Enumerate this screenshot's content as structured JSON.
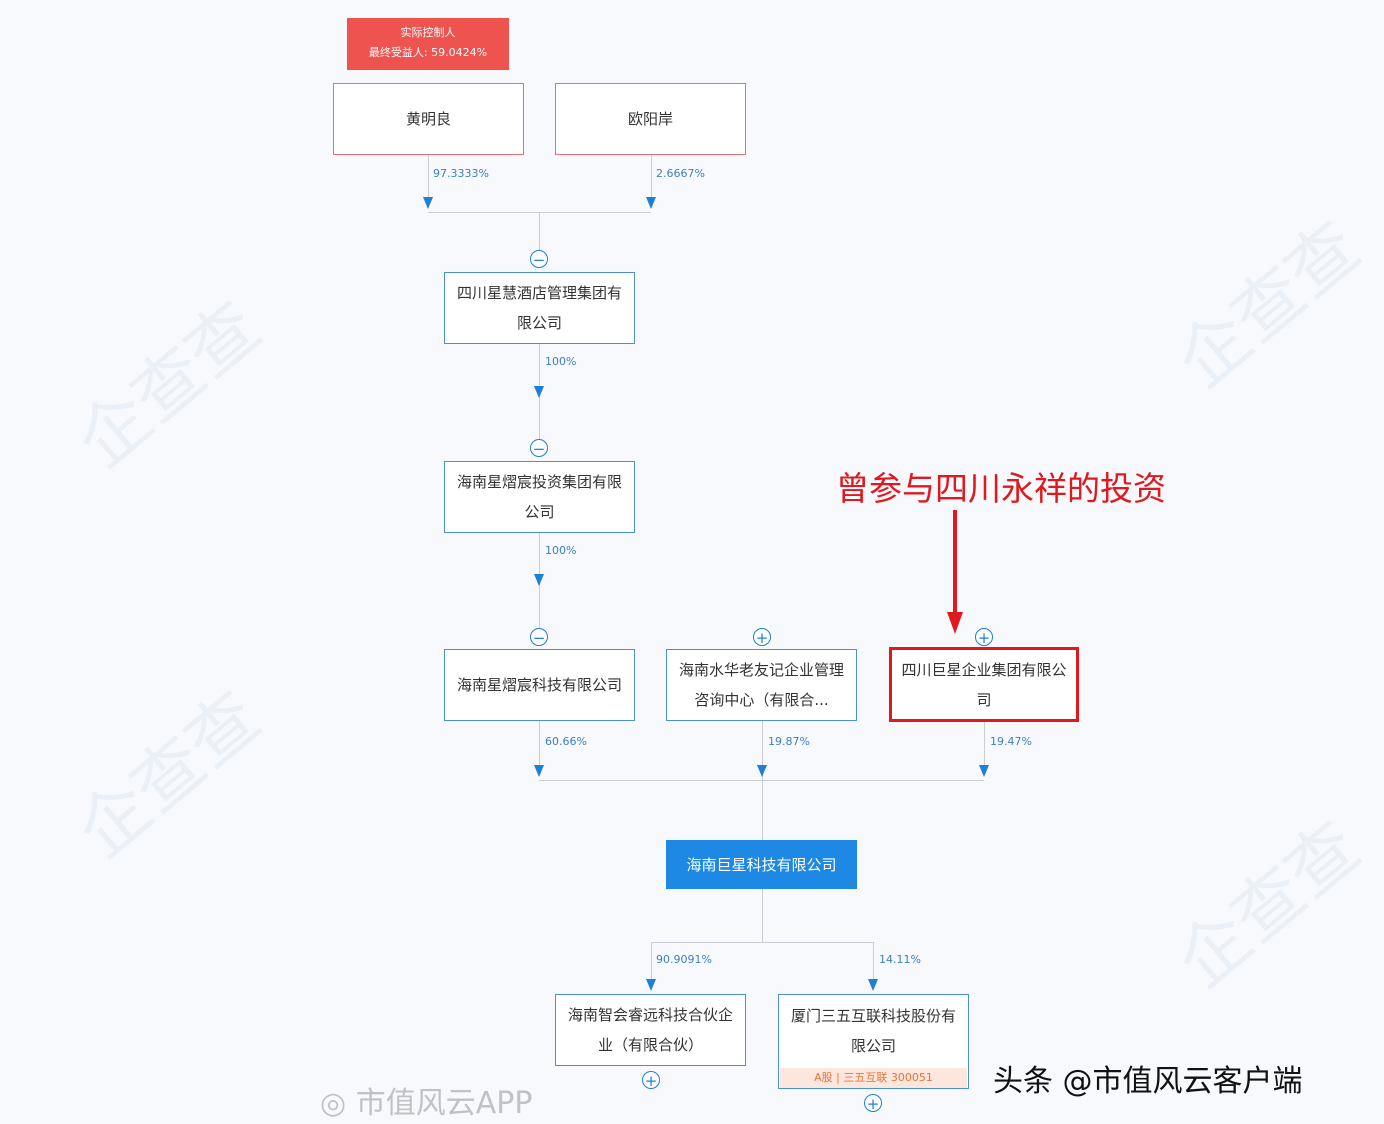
{
  "tooltip": {
    "line1": "实际控制人",
    "line2": "最终受益人: 59.0424%"
  },
  "persons": [
    {
      "name": "黄明良",
      "pct": "97.3333%"
    },
    {
      "name": "欧阳岸",
      "pct": "2.6667%"
    }
  ],
  "chain": [
    {
      "name": "四川星慧酒店管理集团有限公司",
      "pct": "100%"
    },
    {
      "name": "海南星熠宸投资集团有限公司",
      "pct": "100%"
    }
  ],
  "shareholders": [
    {
      "name": "海南星熠宸科技有限公司",
      "pct": "60.66%"
    },
    {
      "name": "海南水华老友记企业管理咨询中心（有限合...",
      "pct": "19.87%"
    },
    {
      "name": "四川巨星企业集团有限公司",
      "pct": "19.47%"
    }
  ],
  "target": {
    "name": "海南巨星科技有限公司"
  },
  "investments": [
    {
      "name": "海南智会睿远科技合伙企业（有限合伙）",
      "pct": "90.9091%"
    },
    {
      "name": "厦门三五互联科技股份有限公司",
      "pct": "14.11%",
      "tag": "A股 | 三五互联 300051"
    }
  ],
  "annotation": "曾参与四川永祥的投资",
  "watermarks": {
    "weibo": "市值风云APP",
    "toutiao": "头条 @市值风云客户端",
    "site": "企查查"
  },
  "colors": {
    "accent": "#1e7fd8",
    "highlight": "#e0191e",
    "tooltip": "#ef5350"
  }
}
